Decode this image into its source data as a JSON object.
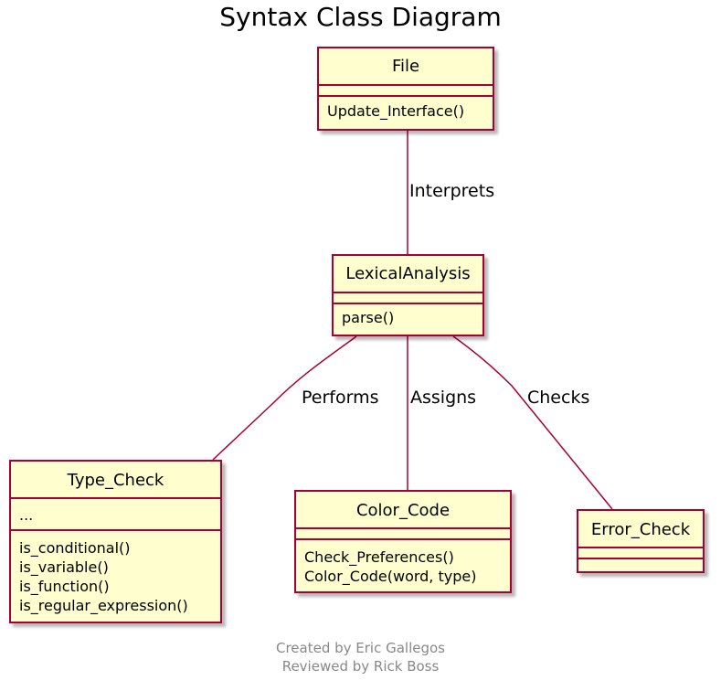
{
  "title": "Syntax Class Diagram",
  "colors": {
    "class_fill": "#fefece",
    "class_border": "#a80036",
    "edge": "#a80036",
    "footer_text": "#888888"
  },
  "classes": {
    "file": {
      "name": "File",
      "attributes": [],
      "methods": [
        "Update_Interface()"
      ]
    },
    "lexical": {
      "name": "LexicalAnalysis",
      "attributes": [],
      "methods": [
        "parse()"
      ]
    },
    "type_check": {
      "name": "Type_Check",
      "attributes": [
        "..."
      ],
      "methods": [
        "is_conditional()",
        "is_variable()",
        "is_function()",
        "is_regular_expression()"
      ]
    },
    "color_code": {
      "name": "Color_Code",
      "attributes": [],
      "methods": [
        "Check_Preferences()",
        "Color_Code(word, type)"
      ]
    },
    "error_check": {
      "name": "Error_Check",
      "attributes": [],
      "methods": []
    }
  },
  "relations": [
    {
      "from": "File",
      "to": "LexicalAnalysis",
      "label": "Interprets"
    },
    {
      "from": "LexicalAnalysis",
      "to": "Type_Check",
      "label": "Performs"
    },
    {
      "from": "LexicalAnalysis",
      "to": "Color_Code",
      "label": "Assigns"
    },
    {
      "from": "LexicalAnalysis",
      "to": "Error_Check",
      "label": "Checks"
    }
  ],
  "footer": {
    "line1": "Created by Eric Gallegos",
    "line2": "Reviewed by Rick Boss"
  }
}
